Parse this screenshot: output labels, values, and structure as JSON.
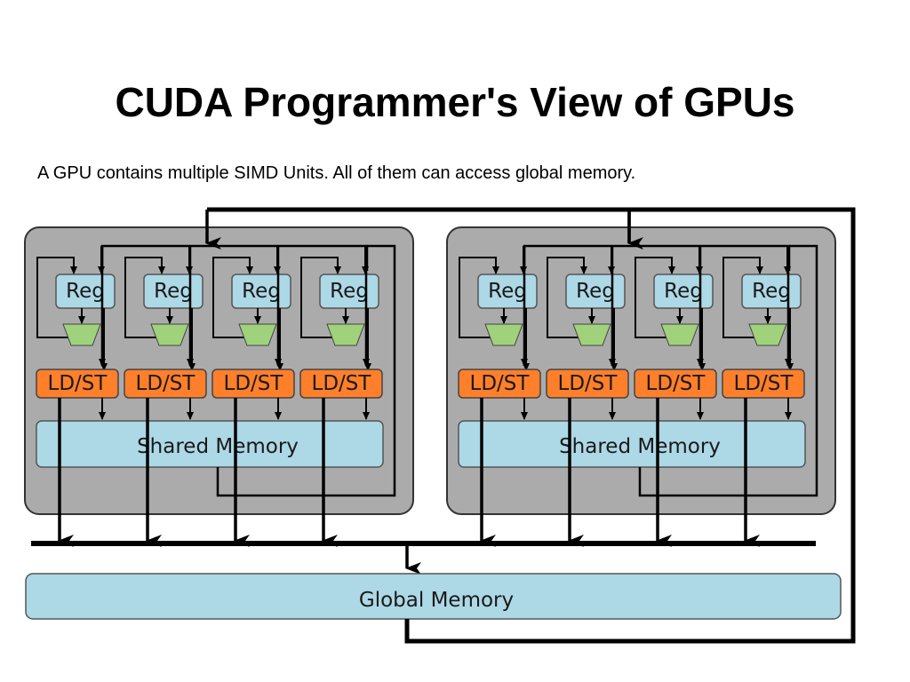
{
  "slide": {
    "title": "CUDA Programmer's View of GPUs",
    "subtitle": "A GPU contains multiple SIMD Units. All of them can access global memory."
  },
  "diagram": {
    "simd_unit_count": 2,
    "lanes_per_unit": 4,
    "register_label": "Reg",
    "ldst_label": "LD/ST",
    "shared_memory_label": "Shared Memory",
    "global_memory_label": "Global Memory",
    "colors": {
      "unit_fill": "#ababab",
      "register_fill": "#add8e6",
      "alu_fill": "#9fd27a",
      "ldst_fill": "#ff7f2a",
      "memory_fill": "#add8e6",
      "line": "#000000"
    }
  }
}
